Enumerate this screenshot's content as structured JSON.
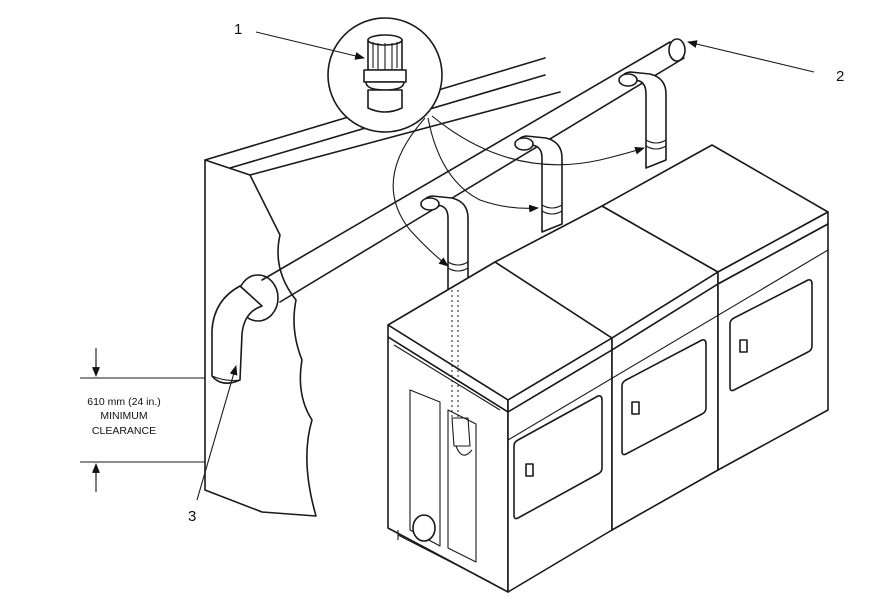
{
  "callouts": {
    "one": "1",
    "two": "2",
    "three": "3"
  },
  "clearance": {
    "line1": "610 mm (24 in.)",
    "line2": "MINIMUM",
    "line3": "CLEARANCE"
  }
}
